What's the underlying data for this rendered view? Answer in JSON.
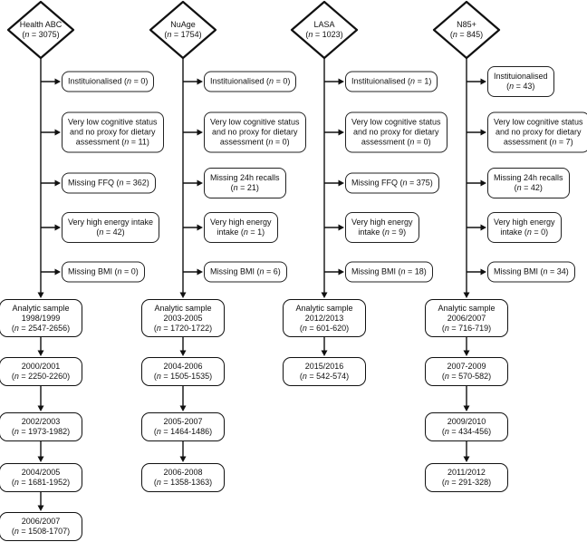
{
  "page": {
    "background": "#ffffff",
    "line_color": "#111111",
    "box_fill": "#ffffff"
  },
  "diagram": {
    "type": "cohort-exclusion-flowchart",
    "cohorts": [
      {
        "id": "health-abc",
        "name": "Health ABC",
        "n_label": "(n = 3075)",
        "exclusions": [
          {
            "lines": [
              "Instituionalised (n = 0)"
            ]
          },
          {
            "lines": [
              "Very low cognitive status",
              "and no proxy for dietary",
              "assessment (n = 11)"
            ]
          },
          {
            "lines": [
              "Missing FFQ (n = 362)"
            ]
          },
          {
            "lines": [
              "Very high energy intake",
              "(n = 42)"
            ]
          },
          {
            "lines": [
              "Missing BMI (n = 0)"
            ]
          }
        ],
        "analytic_sample": {
          "lines": [
            "Analytic sample",
            "1998/1999",
            "(n = 2547-2656)"
          ]
        },
        "followups": [
          {
            "lines": [
              "2000/2001",
              "(n = 2250-2260)"
            ]
          },
          {
            "lines": [
              "2002/2003",
              "(n = 1973-1982)"
            ]
          },
          {
            "lines": [
              "2004/2005",
              "(n = 1681-1952)"
            ]
          },
          {
            "lines": [
              "2006/2007",
              "(n = 1508-1707)"
            ]
          }
        ]
      },
      {
        "id": "nuage",
        "name": "NuAge",
        "n_label": "(n = 1754)",
        "exclusions": [
          {
            "lines": [
              "Instituionalised (n = 0)"
            ]
          },
          {
            "lines": [
              "Very low cognitive status",
              "and no proxy for dietary",
              "assessment (n = 0)"
            ]
          },
          {
            "lines": [
              "Missing 24h recalls",
              "(n = 21)"
            ]
          },
          {
            "lines": [
              "Very high energy",
              "intake (n = 1)"
            ]
          },
          {
            "lines": [
              "Missing BMI (n = 6)"
            ]
          }
        ],
        "analytic_sample": {
          "lines": [
            "Analytic sample",
            "2003-2005",
            "(n = 1720-1722)"
          ]
        },
        "followups": [
          {
            "lines": [
              "2004-2006",
              "(n = 1505-1535)"
            ]
          },
          {
            "lines": [
              "2005-2007",
              "(n = 1464-1486)"
            ]
          },
          {
            "lines": [
              "2006-2008",
              "(n = 1358-1363)"
            ]
          }
        ]
      },
      {
        "id": "lasa",
        "name": "LASA",
        "n_label": "(n = 1023)",
        "exclusions": [
          {
            "lines": [
              "Instituionalised (n = 1)"
            ]
          },
          {
            "lines": [
              "Very low cognitive status",
              "and no proxy for dietary",
              "assessment (n = 0)"
            ]
          },
          {
            "lines": [
              "Missing FFQ (n = 375)"
            ]
          },
          {
            "lines": [
              "Very high energy",
              "intake (n = 9)"
            ]
          },
          {
            "lines": [
              "Missing BMI (n = 18)"
            ]
          }
        ],
        "analytic_sample": {
          "lines": [
            "Analytic sample",
            "2012/2013",
            "(n = 601-620)"
          ]
        },
        "followups": [
          {
            "lines": [
              "2015/2016",
              "(n = 542-574)"
            ]
          }
        ]
      },
      {
        "id": "n85plus",
        "name": "N85+",
        "n_label": "(n = 845)",
        "exclusions": [
          {
            "lines": [
              "Instituionalised",
              "(n = 43)"
            ]
          },
          {
            "lines": [
              "Very low cognitive status",
              "and no proxy for dietary",
              "assessment (n = 7)"
            ]
          },
          {
            "lines": [
              "Missing 24h recalls",
              "(n = 42)"
            ]
          },
          {
            "lines": [
              "Very high energy",
              "intake (n = 0)"
            ]
          },
          {
            "lines": [
              "Missing BMI (n = 34)"
            ]
          }
        ],
        "analytic_sample": {
          "lines": [
            "Analytic sample",
            "2006/2007",
            "(n = 716-719)"
          ]
        },
        "followups": [
          {
            "lines": [
              "2007-2009",
              "(n = 570-582)"
            ]
          },
          {
            "lines": [
              "2009/2010",
              "(n = 434-456)"
            ]
          },
          {
            "lines": [
              "2011/2012",
              "(n = 291-328)"
            ]
          }
        ]
      }
    ]
  }
}
